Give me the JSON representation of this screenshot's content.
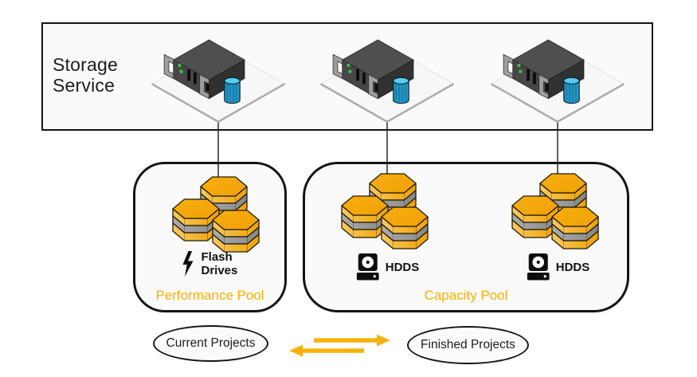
{
  "title": "Storage Service",
  "pools": {
    "performance": {
      "label": "Performance Pool",
      "drive_label": "Flash\nDrives"
    },
    "capacity": {
      "label": "Capacity Pool",
      "drive_label": "HDDS"
    }
  },
  "flow": {
    "left_label": "Current Projects",
    "right_label": "Finished Projects"
  },
  "icons": {
    "server": "server-icon",
    "database": "database-cylinder-icon",
    "storage_cluster": "hexagon-cluster-icon",
    "flash": "lightning-bolt-icon",
    "hdd": "hard-drive-icon",
    "exchange": "exchange-arrows-icon"
  },
  "colors": {
    "accent_amber": "#FFAE00",
    "arrow_gold": "#F7B30B",
    "hex_top": "#F5A70A",
    "hex_side_light": "#F8C95E",
    "hex_side_dark": "#EDA206",
    "hex_gray_light": "#ACACAC",
    "hex_gray_dark": "#878787",
    "server_gray": "#4A4A4A",
    "cylinder_cyan": "#2A9FD0",
    "node_border": "#141414",
    "node_bg": "#FAFAFA"
  }
}
